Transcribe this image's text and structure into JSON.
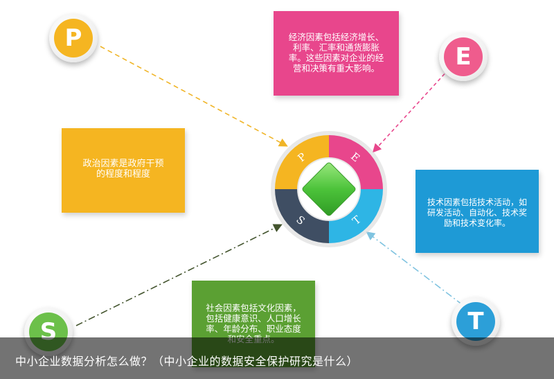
{
  "diagram": {
    "center_letters": {
      "p": "P",
      "e": "E",
      "s": "S",
      "t": "T"
    },
    "badges": {
      "p": {
        "letter": "P",
        "color": "#F5B521"
      },
      "e": {
        "letter": "E",
        "color": "#EF5C8D"
      },
      "s": {
        "letter": "S",
        "color": "#6CC04A"
      },
      "t": {
        "letter": "T",
        "color": "#2C9FD8"
      }
    },
    "boxes": {
      "economic": {
        "color": "#E8468C",
        "lines": [
          "经济因素包括经济增长、",
          "利率、汇率和通货膨胀",
          "率。这些因素对企业的经",
          "营和决策有重大影响。"
        ]
      },
      "political": {
        "color": "#F5B521",
        "lines": [
          "政治因素是政府干预",
          "的程度和程度"
        ]
      },
      "technological": {
        "color": "#1E9AD6",
        "lines": [
          "技术因素包括技术活动，如",
          "研发活动、自动化、技术奖",
          "励和技术变化率。"
        ]
      },
      "social": {
        "color": "#5BA033",
        "lines": [
          "社会因素包括文化因素，",
          "包括健康意识、人口增长",
          "率、年龄分布、职业态度",
          "和安全重点。"
        ]
      }
    },
    "ring_colors": {
      "p": "#F5B521",
      "e": "#E8468C",
      "t": "#2EB5E5",
      "s": "#3F4E63",
      "diamond": "#4CC33A"
    }
  },
  "caption": {
    "text": "中小企业数据分析怎么做？（中小企业的数据安全保护研究是什么）"
  }
}
